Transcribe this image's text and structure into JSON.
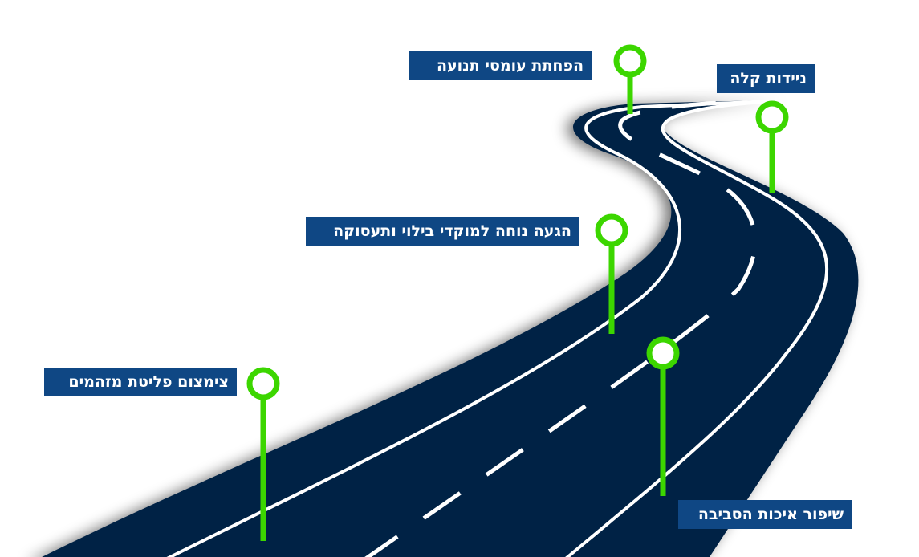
{
  "colors": {
    "road": "#012244",
    "label_bg": "#0f4784",
    "pin": "#3cd600",
    "marking": "#ffffff"
  },
  "milestones": [
    {
      "label": "הפחתת עומסי תנועה"
    },
    {
      "label": "ניידות קלה"
    },
    {
      "label": "הגעה נוחה למוקדי בילוי ותעסוקה"
    },
    {
      "label": "צימצום פליטת מזהמים"
    },
    {
      "label": "שיפור איכות הסביבה"
    }
  ]
}
